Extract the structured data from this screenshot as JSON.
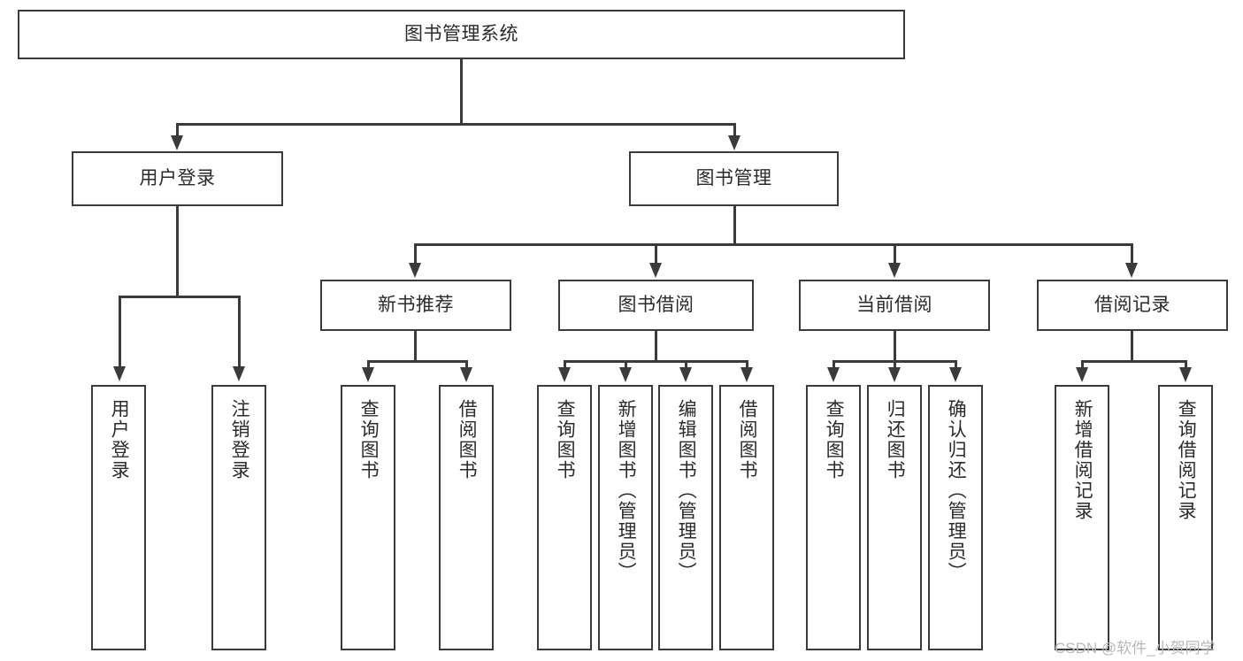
{
  "diagram": {
    "title": "图书管理系统",
    "accent_color": "#3b3b3b",
    "background_color": "#ffffff",
    "text_color": "#2b2b2b",
    "root": {
      "label": "图书管理系统"
    },
    "level1": [
      {
        "label": "用户登录"
      },
      {
        "label": "图书管理"
      }
    ],
    "level2": [
      {
        "label": "新书推荐"
      },
      {
        "label": "图书借阅"
      },
      {
        "label": "当前借阅"
      },
      {
        "label": "借阅记录"
      }
    ],
    "leaves": {
      "user_login": [
        {
          "label": "用户登录"
        },
        {
          "label": "注销登录"
        }
      ],
      "new_book_recommend": [
        {
          "label": "查询图书"
        },
        {
          "label": "借阅图书"
        }
      ],
      "book_borrow": [
        {
          "label": "查询图书"
        },
        {
          "label": "新增图书（管理员）"
        },
        {
          "label": "编辑图书（管理员）"
        },
        {
          "label": "借阅图书"
        }
      ],
      "current_borrow": [
        {
          "label": "查询图书"
        },
        {
          "label": "归还图书"
        },
        {
          "label": "确认归还（管理员）"
        }
      ],
      "borrow_record": [
        {
          "label": "新增借阅记录"
        },
        {
          "label": "查询借阅记录"
        }
      ]
    }
  },
  "watermark": {
    "text": "CSDN @软件_小贺同学"
  }
}
